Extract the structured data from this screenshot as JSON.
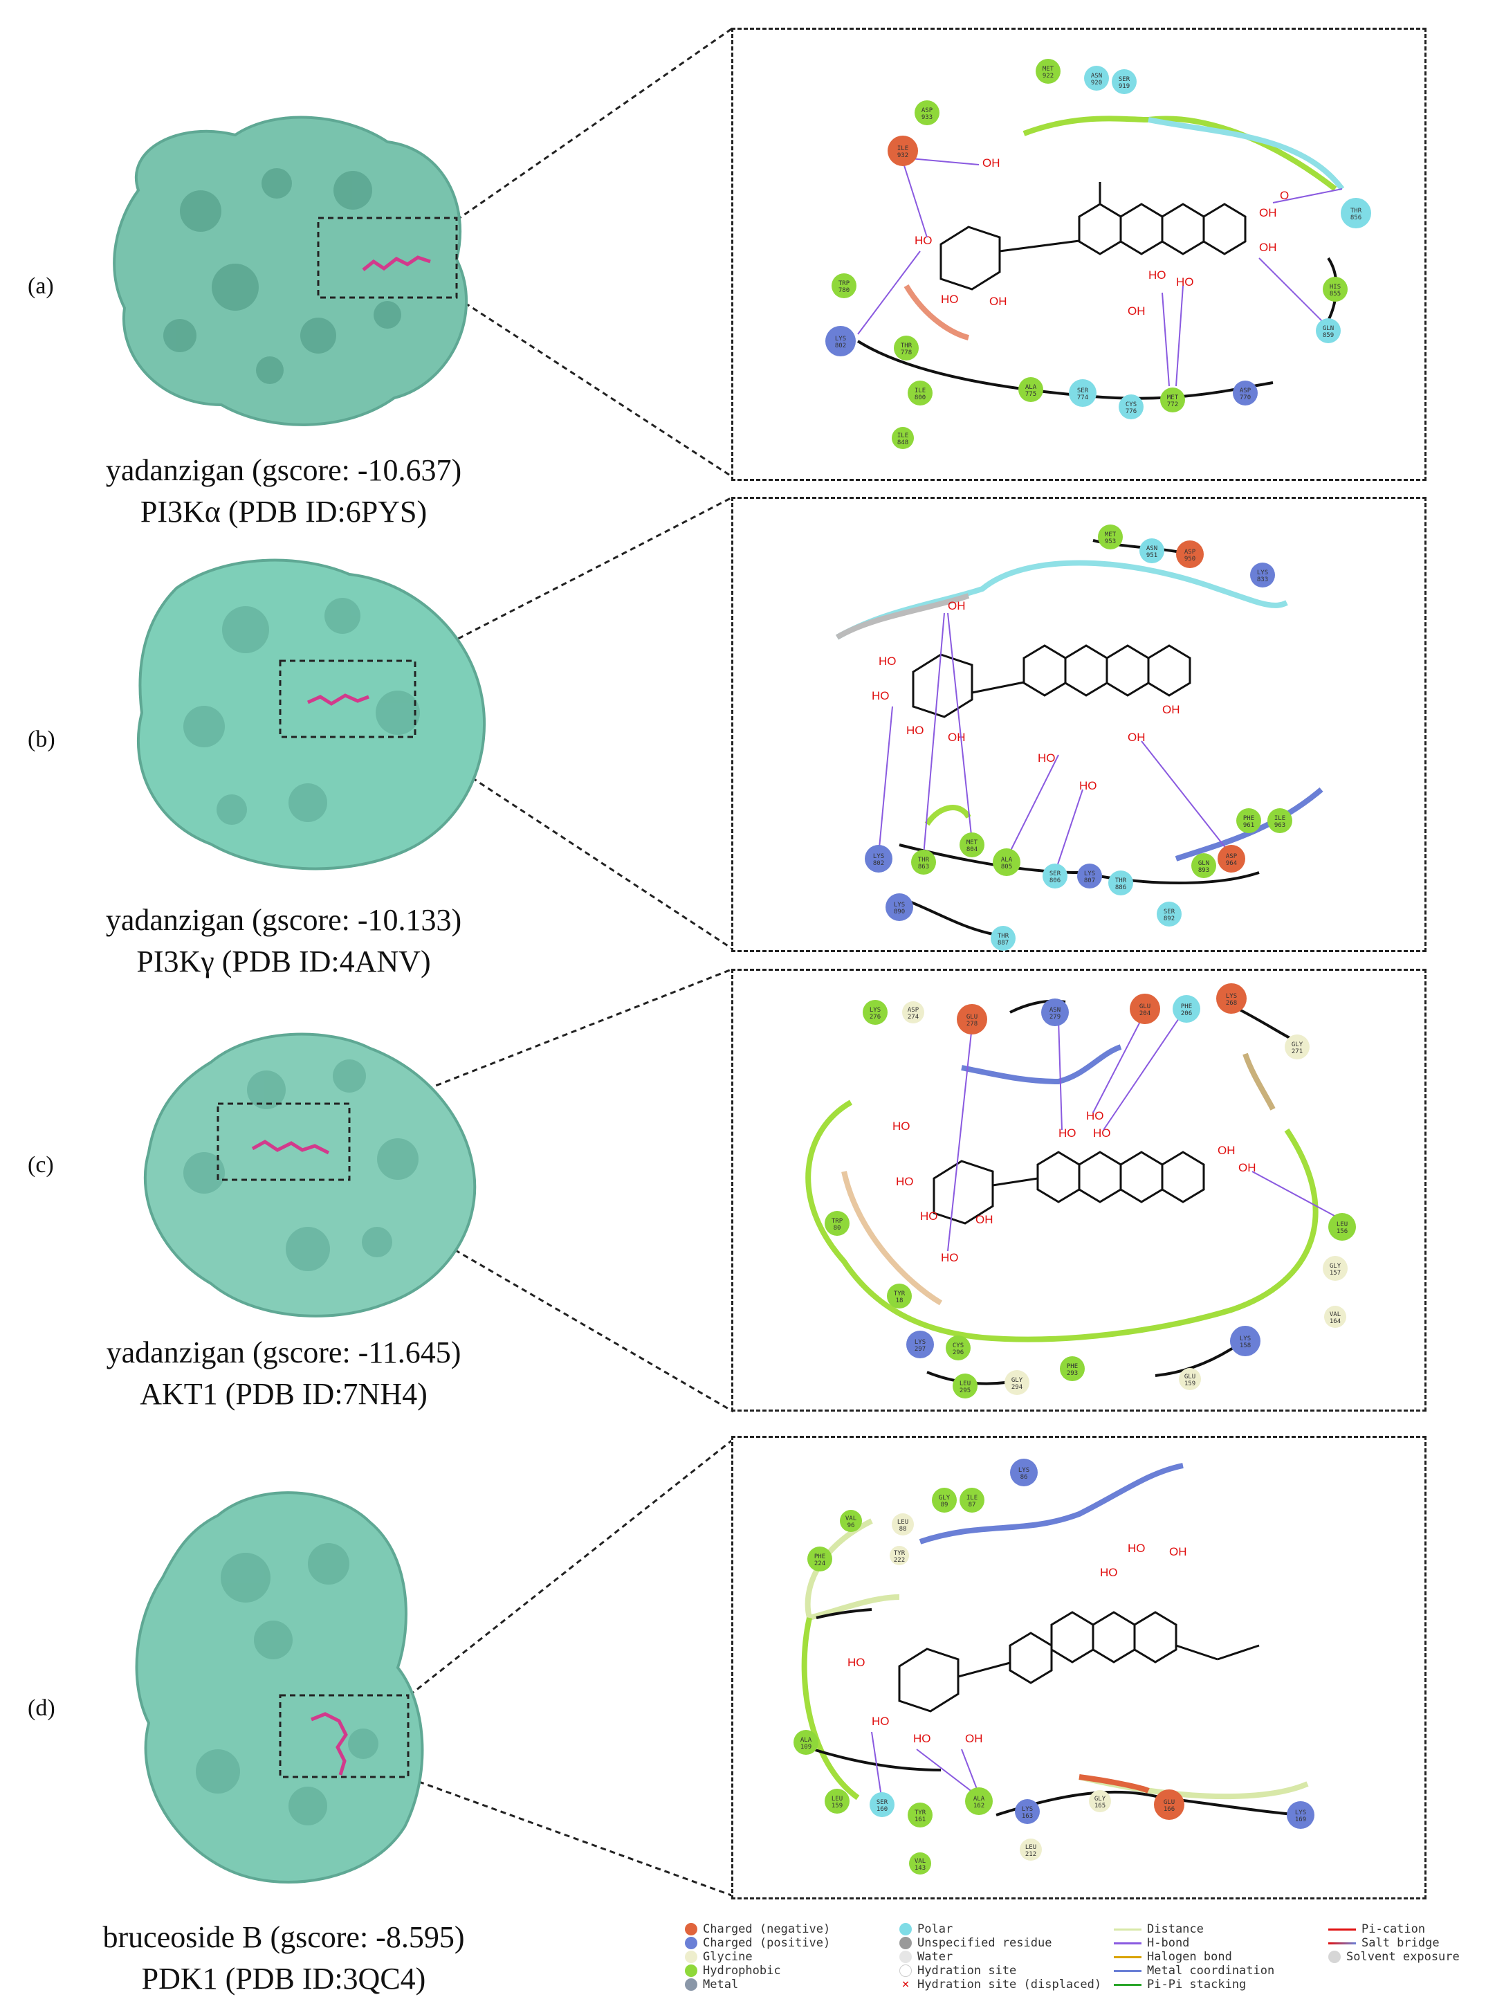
{
  "panels": [
    {
      "label": "(a)",
      "caption_line1": "yadanzigan (gscore: -10.637)",
      "caption_line2": "PI3Kα (PDB ID:6PYS)",
      "residues": [
        "ILE 932",
        "ASP 933",
        "MET 922",
        "ASN 920",
        "SER 919",
        "THR 856",
        "HIS 855",
        "GLN 859",
        "TRP 780",
        "LYS 802",
        "THR 778",
        "ILE 800",
        "ILE 848",
        "ALA 775",
        "SER 774",
        "CYS 776",
        "MET 772",
        "ASP 770"
      ]
    },
    {
      "label": "(b)",
      "caption_line1": "yadanzigan (gscore: -10.133)",
      "caption_line2": "PI3Kγ (PDB ID:4ANV)",
      "residues": [
        "MET 953",
        "ASN 951",
        "ASP 950",
        "LYS 833",
        "LYS 802",
        "THR 863",
        "MET 804",
        "ALA 805",
        "SER 806",
        "LYS 807",
        "THR 886",
        "GLN 893",
        "ASP 964",
        "PHE 961",
        "ILE 963",
        "SER 892",
        "LYS 890",
        "THR 887"
      ]
    },
    {
      "label": "(c)",
      "caption_line1": "yadanzigan (gscore: -11.645)",
      "caption_line2": "AKT1 (PDB ID:7NH4)",
      "residues": [
        "LYS 276",
        "ASP 274",
        "GLU 278",
        "ASN 279",
        "GLU 204",
        "PHE 206",
        "LYS 268",
        "GLY 271",
        "TRP 80",
        "TYR 18",
        "LEU 156",
        "GLY 157",
        "VAL 164",
        "LYS 297",
        "CYS 296",
        "LEU 295",
        "GLY 294",
        "PHE 293",
        "GLU 159",
        "LYS 158"
      ]
    },
    {
      "label": "(d)",
      "caption_line1": "bruceoside B (gscore: -8.595)",
      "caption_line2": "PDK1 (PDB ID:3QC4)",
      "residues": [
        "VAL 96",
        "LEU 88",
        "GLY 89",
        "ILE 87",
        "LYS 86",
        "PHE 224",
        "TYR 222",
        "ALA 109",
        "LEU 159",
        "SER 160",
        "TYR 161",
        "ALA 162",
        "LYS 163",
        "GLY 165",
        "GLU 166",
        "LYS 169",
        "VAL 143",
        "LEU 212"
      ]
    }
  ],
  "legend": {
    "col1": [
      "Charged (negative)",
      "Charged (positive)",
      "Glycine",
      "Hydrophobic",
      "Metal"
    ],
    "col2": [
      "Polar",
      "Unspecified residue",
      "Water",
      "Hydration site",
      "Hydration site (displaced)"
    ],
    "col3": [
      "Distance",
      "H-bond",
      "Halogen bond",
      "Metal coordination",
      "Pi-Pi stacking"
    ],
    "col4": [
      "Pi-cation",
      "Salt bridge",
      "Solvent exposure"
    ]
  },
  "colors": {
    "protein": "#79c3ad",
    "ligand": "#d23a8c",
    "negative": "#e0643c",
    "positive": "#6a7fd6",
    "glycine": "#eeeecd",
    "hydrophobic": "#8fd83a",
    "metal": "#8a97a8",
    "polar": "#7fdce6",
    "unspecified": "#9a9a9a",
    "hbond": "#8a5ae0"
  }
}
